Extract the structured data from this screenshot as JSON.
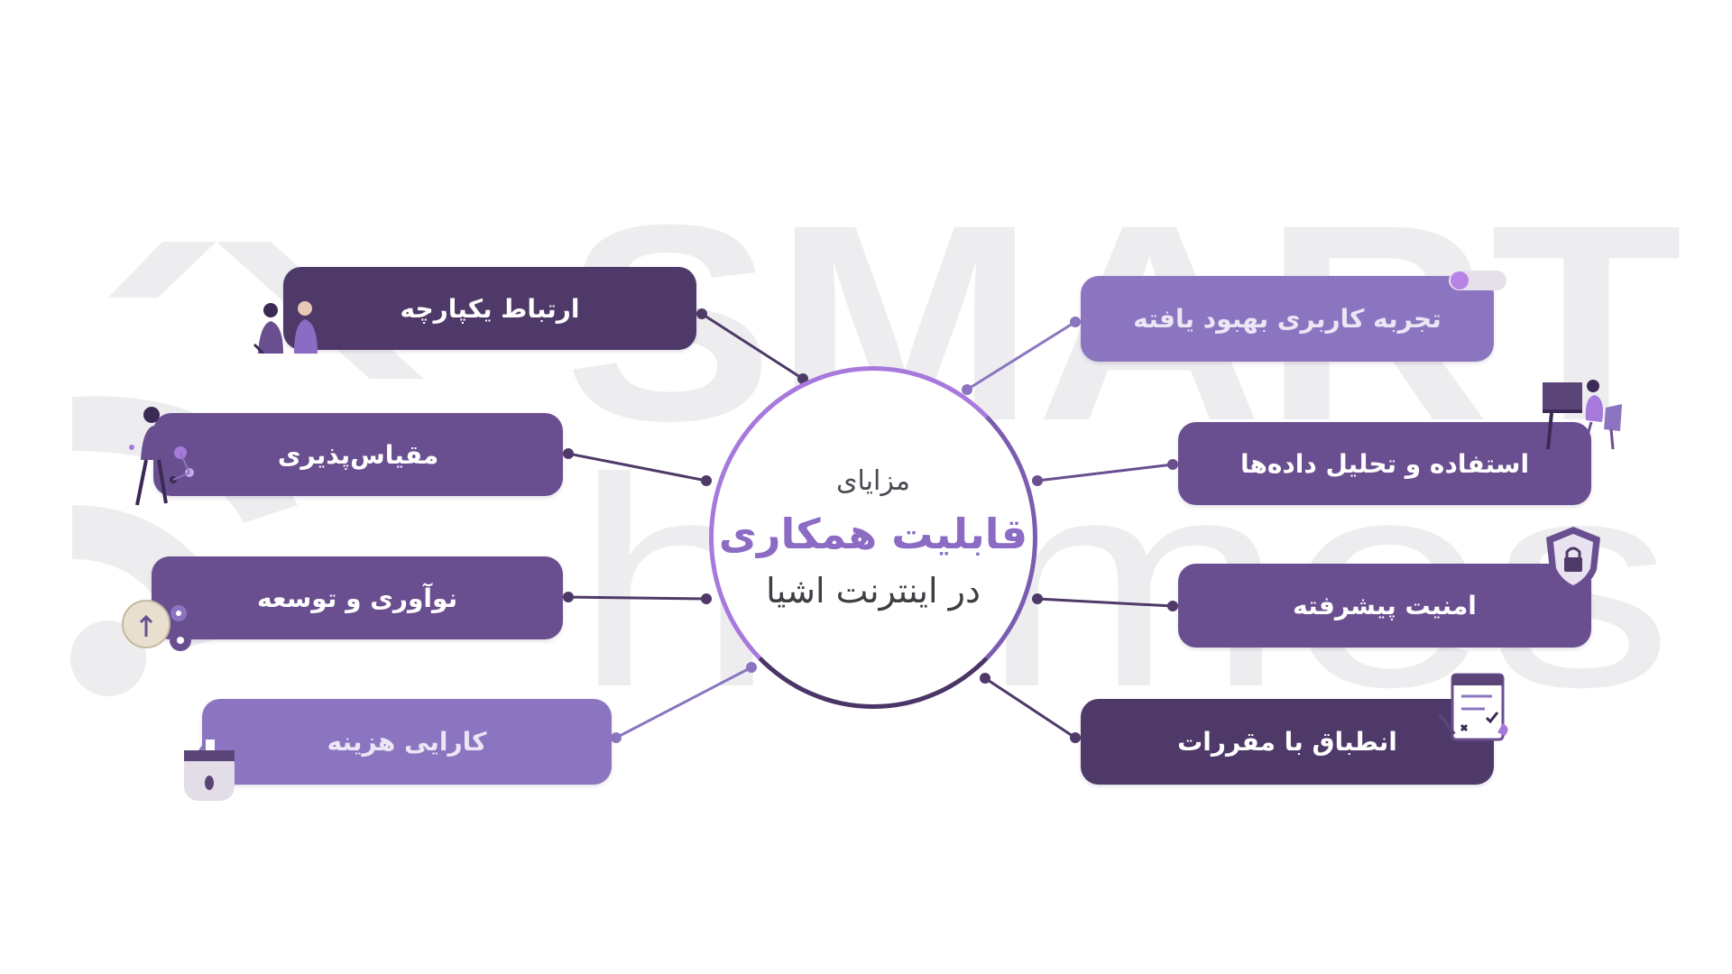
{
  "center": {
    "line1": "مزایای",
    "line2": "قابلیت همکاری",
    "line3": "در اینترنت اشیا"
  },
  "left_items": [
    {
      "label": "ارتباط یکپارچه"
    },
    {
      "label": "مقیاس‌پذیری"
    },
    {
      "label": "نوآوری و توسعه"
    },
    {
      "label": "کارایی هزینه"
    }
  ],
  "right_items": [
    {
      "label": "تجربه کاربری بهبود یافته"
    },
    {
      "label": "استفاده و تحلیل داده‌ها"
    },
    {
      "label": "امنیت پیشرفته"
    },
    {
      "label": "انطباق با مقررات"
    }
  ],
  "watermark": {
    "line1": "SMART",
    "line2": "homes"
  },
  "icons": [
    "two-people-talking-icon",
    "person-with-molecules-icon",
    "lightbulb-gears-icon",
    "wallet-house-icon",
    "toggle-switch-icon",
    "person-at-computer-icon",
    "shield-lock-icon",
    "checklist-document-icon"
  ],
  "colors": {
    "dark": "#4e3968",
    "mid": "#6a4f90",
    "light": "#8b75c0",
    "accent": "#a879dc",
    "watermark": "#ededf0"
  }
}
